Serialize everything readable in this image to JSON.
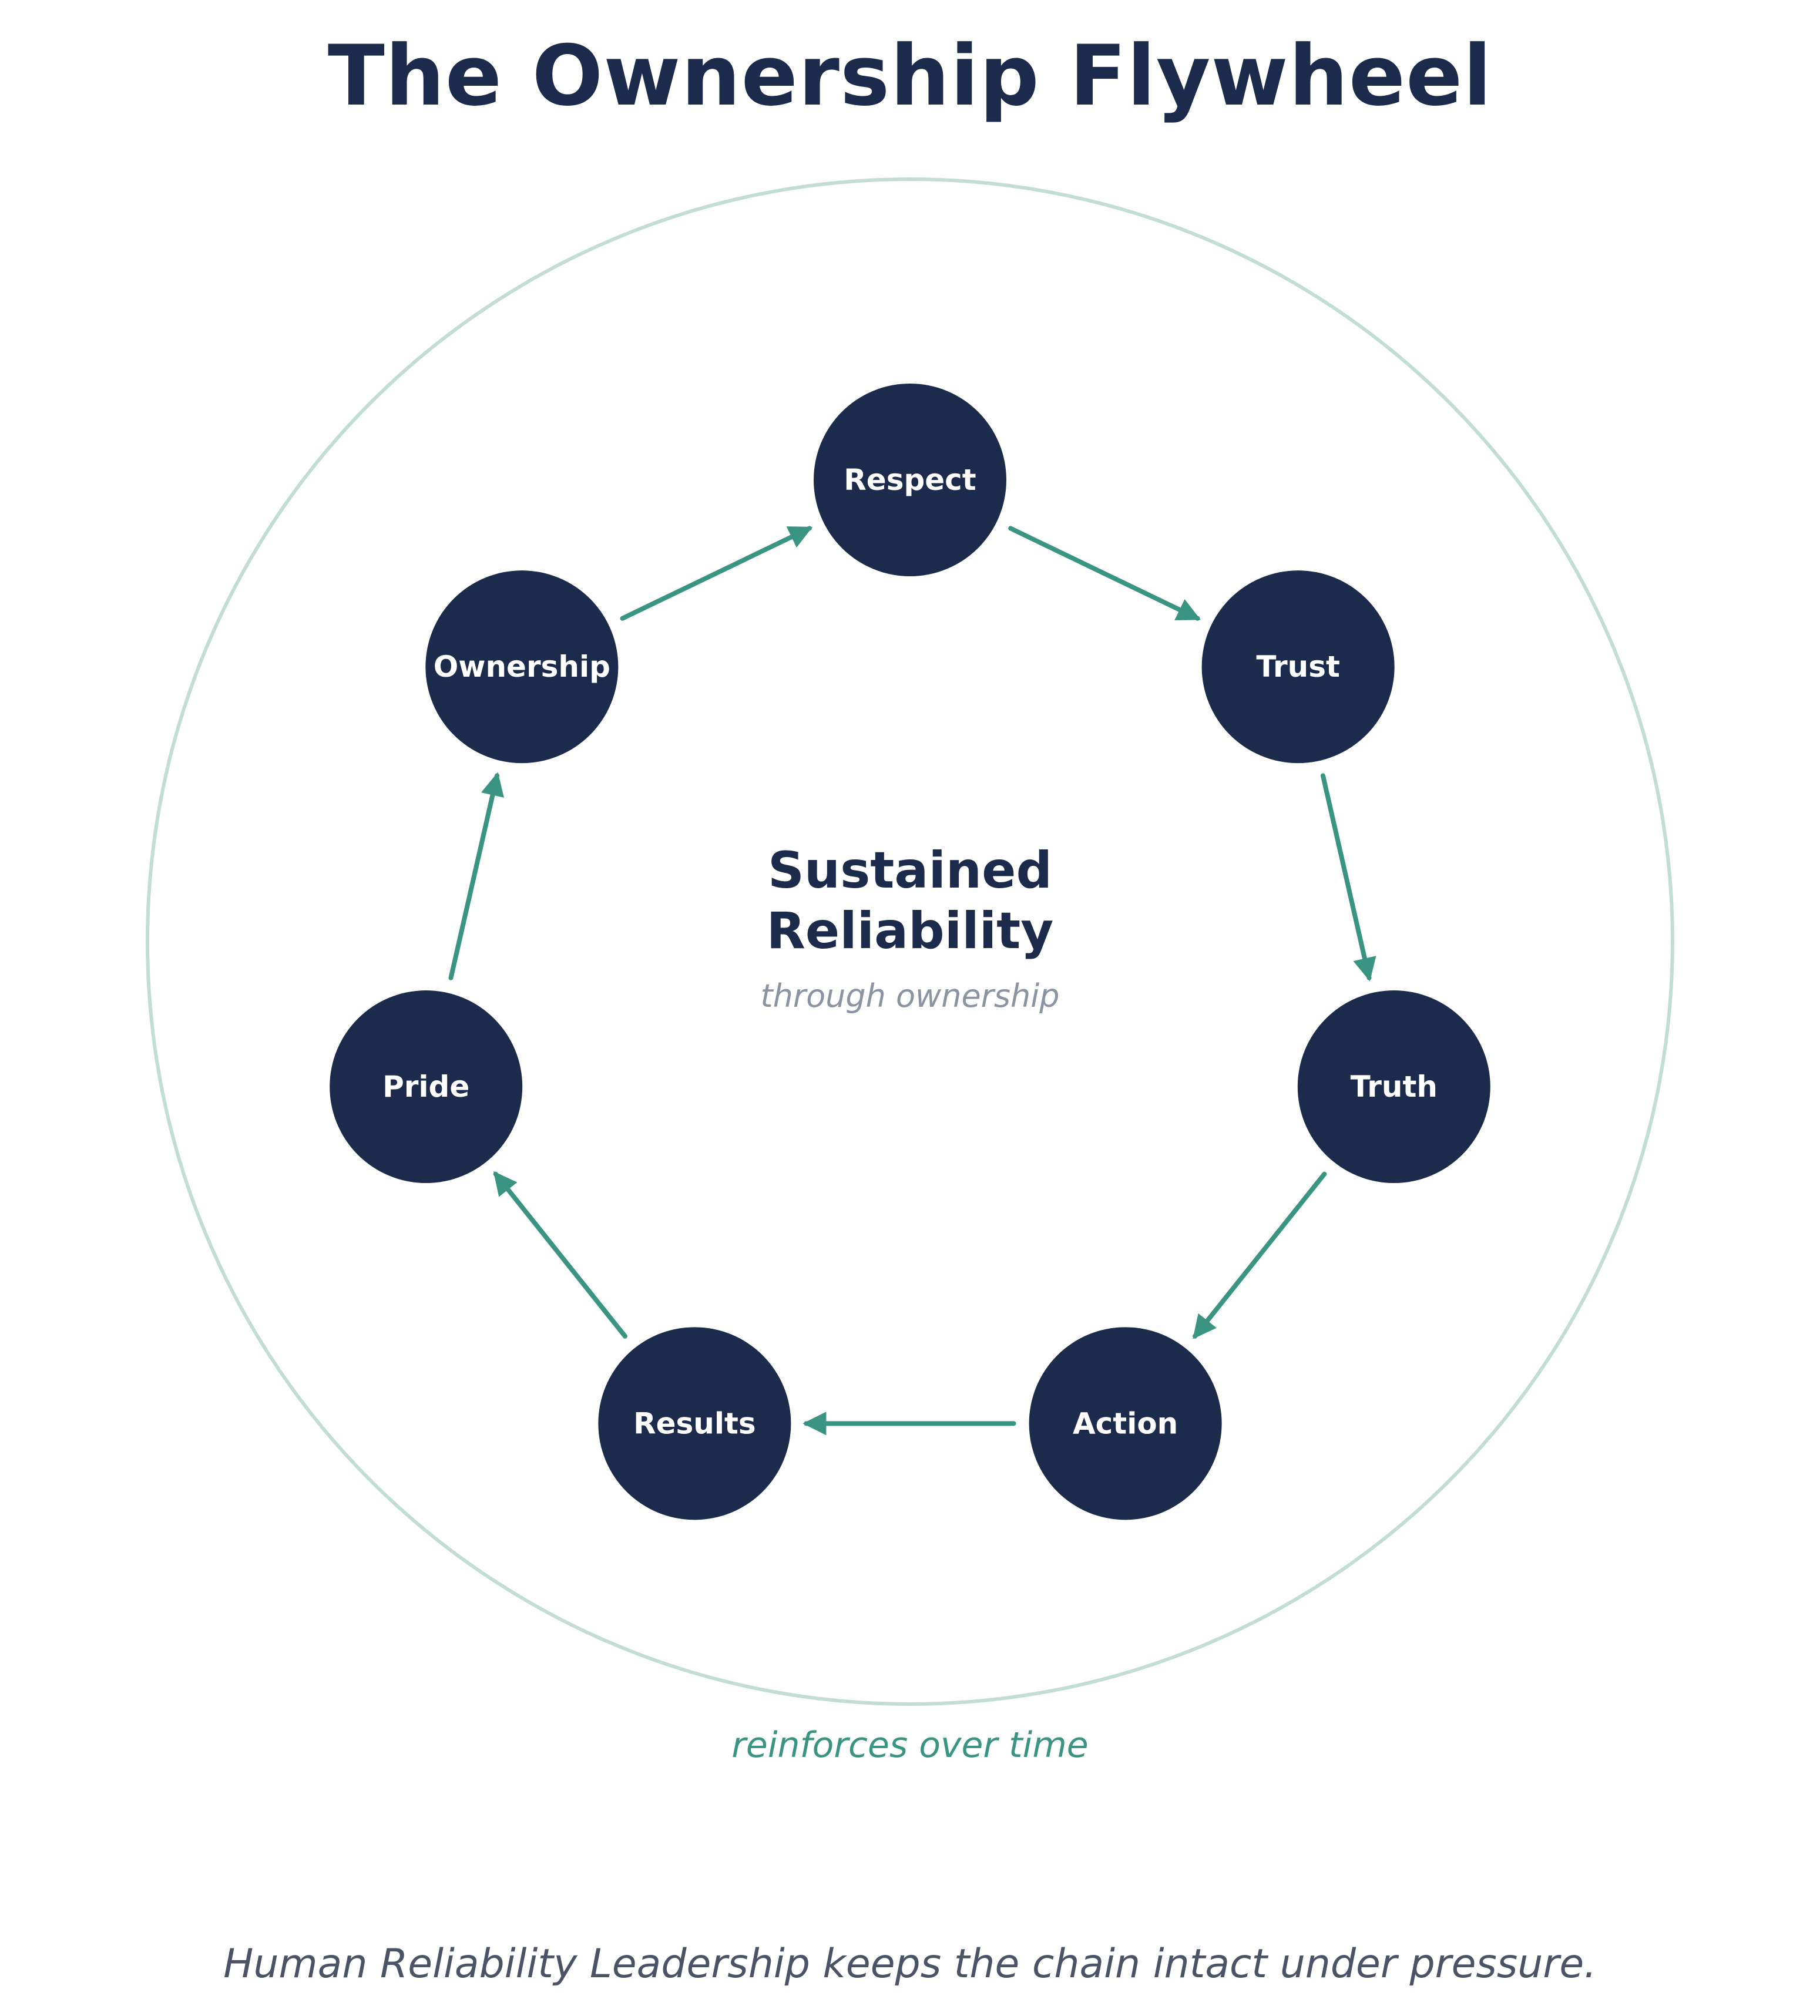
{
  "title": "The Ownership Flywheel",
  "center": {
    "line1": "Sustained",
    "line2": "Reliability",
    "subtitle": "through ownership"
  },
  "nodes": [
    {
      "label": "Respect"
    },
    {
      "label": "Trust"
    },
    {
      "label": "Truth"
    },
    {
      "label": "Action"
    },
    {
      "label": "Results"
    },
    {
      "label": "Pride"
    },
    {
      "label": "Ownership"
    }
  ],
  "loop_caption": "reinforces over time",
  "footer": "Human Reliability Leadership keeps the chain intact under pressure.",
  "colors": {
    "node_fill": "#1c2a4b",
    "arrow": "#3a9482",
    "ring": "#c2ddd6",
    "title": "#1c2a4b"
  }
}
